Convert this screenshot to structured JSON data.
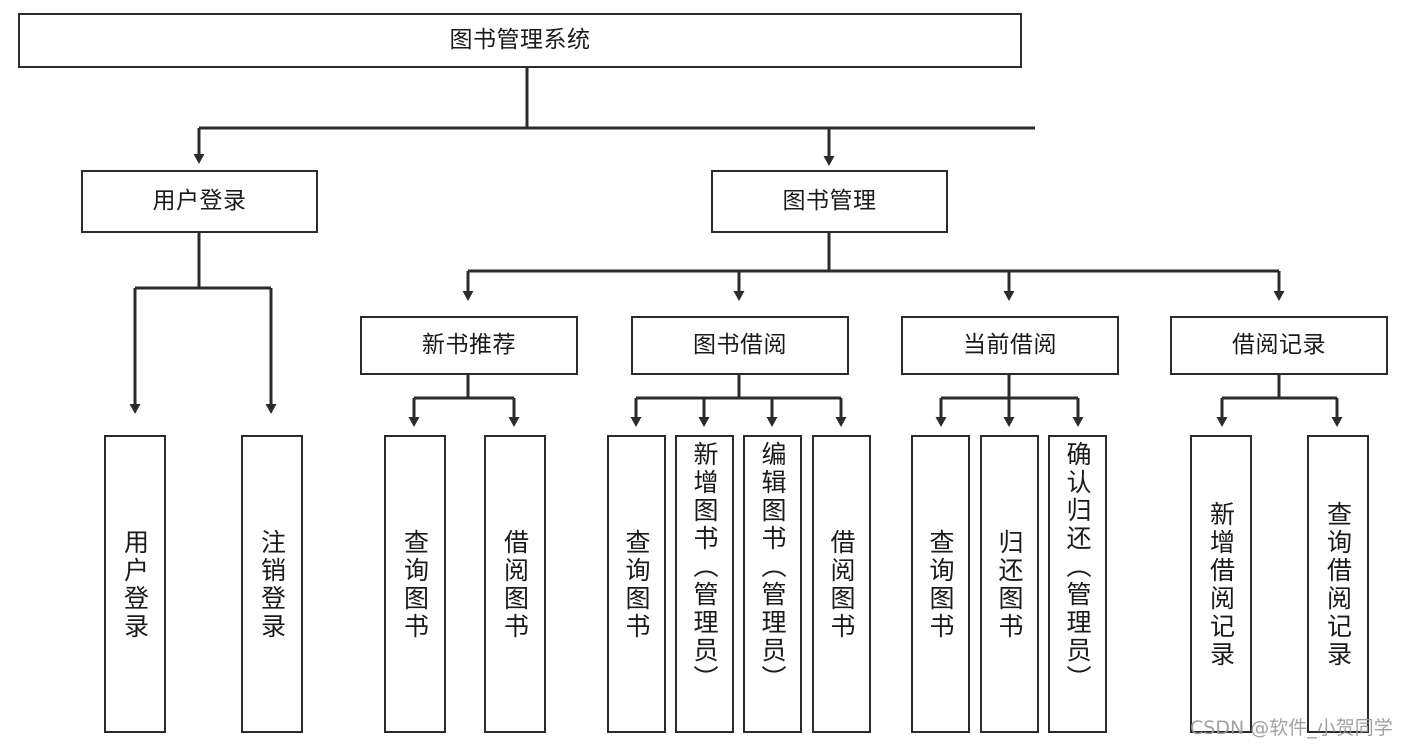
{
  "diagram": {
    "type": "tree-hierarchy-chart",
    "title": "图书管理系统",
    "root": {
      "id": "root",
      "label": "图书管理系统"
    },
    "level2": [
      {
        "id": "user-login",
        "label": "用户登录"
      },
      {
        "id": "book-manage",
        "label": "图书管理"
      }
    ],
    "level3": [
      {
        "id": "new-book-recommend",
        "label": "新书推荐",
        "parent": "book-manage"
      },
      {
        "id": "book-borrow",
        "label": "图书借阅",
        "parent": "book-manage"
      },
      {
        "id": "current-borrow",
        "label": "当前借阅",
        "parent": "book-manage"
      },
      {
        "id": "borrow-record",
        "label": "借阅记录",
        "parent": "book-manage"
      }
    ],
    "leaves": {
      "user-login": [
        {
          "id": "leaf-user-login",
          "label": "用户登录"
        },
        {
          "id": "leaf-logout-login",
          "label": "注销登录"
        }
      ],
      "new-book-recommend": [
        {
          "id": "leaf-query-book-1",
          "label": "查询图书"
        },
        {
          "id": "leaf-borrow-book-1",
          "label": "借阅图书"
        }
      ],
      "book-borrow": [
        {
          "id": "leaf-query-book-2",
          "label": "查询图书"
        },
        {
          "id": "leaf-add-book",
          "label": "新增图书（管理员）"
        },
        {
          "id": "leaf-edit-book",
          "label": "编辑图书（管理员）"
        },
        {
          "id": "leaf-borrow-book-2",
          "label": "借阅图书"
        }
      ],
      "current-borrow": [
        {
          "id": "leaf-query-book-3",
          "label": "查询图书"
        },
        {
          "id": "leaf-return-book",
          "label": "归还图书"
        },
        {
          "id": "leaf-confirm-return",
          "label": "确认归还（管理员）"
        }
      ],
      "borrow-record": [
        {
          "id": "leaf-add-record",
          "label": "新增借阅记录"
        },
        {
          "id": "leaf-query-record",
          "label": "查询借阅记录"
        }
      ]
    },
    "colors": {
      "stroke": "#2b2b2b",
      "fill": "#ffffff",
      "text": "#1a1a1a",
      "watermark": "#9a9a9a"
    }
  },
  "watermark": {
    "text": "CSDN @软件_小贺同学"
  }
}
